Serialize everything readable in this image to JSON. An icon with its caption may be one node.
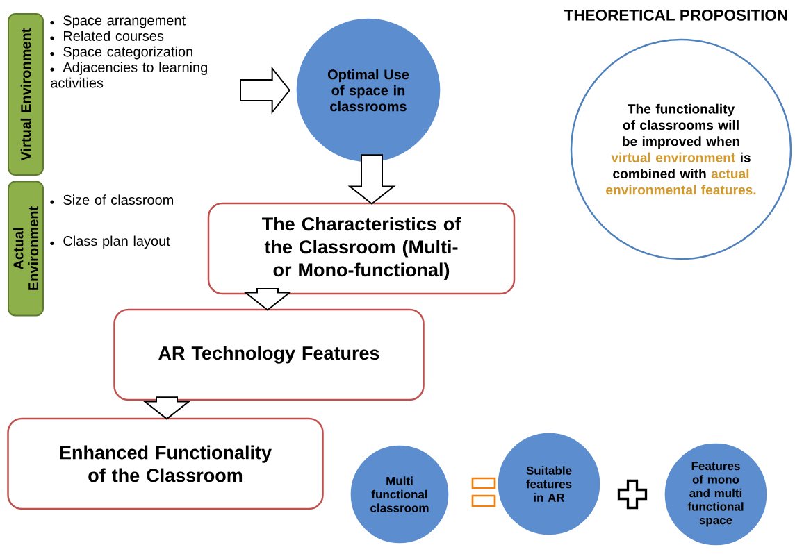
{
  "diagram": {
    "title": "THEORETICAL PROPOSITION",
    "nodes": [
      {
        "text": [
          "Virtual Environment"
        ]
      },
      {
        "text": [
          "Space arrangement",
          "Related courses",
          "Space categorization",
          "Adjacencies to learning activities"
        ]
      },
      {
        "text": [
          "Optimal Use of space in classrooms"
        ]
      },
      {
        "text": [
          "Actual Environment"
        ]
      },
      {
        "text": [
          "Size of classroom",
          "Class plan layout"
        ]
      },
      {
        "text": [
          "The Characteristics of the Classroom (Multi- or Mono-functional)"
        ]
      },
      {
        "text": [
          "AR Technology Features"
        ]
      },
      {
        "text": [
          "Enhanced Functionality of the Classroom"
        ]
      },
      {
        "text": [
          "The functionality of classrooms will be improved when",
          "virtual environment",
          "is combined with",
          "actual environmental features."
        ]
      },
      {
        "text": [
          "Multi functional classroom"
        ]
      },
      {
        "text": [
          "Suitable features in AR"
        ]
      },
      {
        "text": [
          "Features of mono and multi functional space"
        ]
      }
    ],
    "edges": [
      {
        "from": 1,
        "to": 2,
        "arrow": "to"
      },
      {
        "from": 2,
        "to": 5,
        "arrow": "to"
      },
      {
        "from": 5,
        "to": 6,
        "arrow": "to"
      },
      {
        "from": 6,
        "to": 7,
        "arrow": "to"
      }
    ]
  }
}
